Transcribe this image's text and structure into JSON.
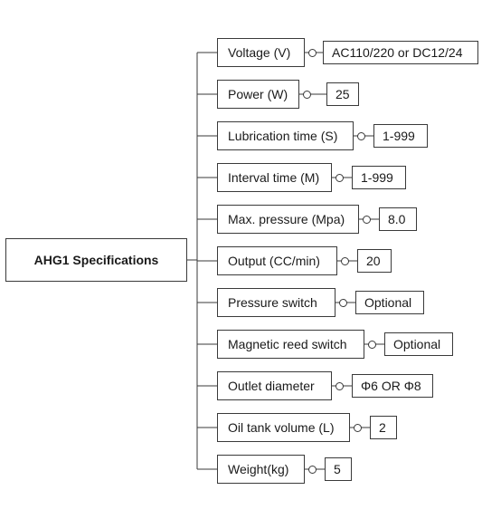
{
  "root": {
    "label": "AHG1 Specifications"
  },
  "specs": [
    {
      "label": "Voltage (V)",
      "value": "AC110/220 or DC12/24"
    },
    {
      "label": "Power (W)",
      "value": "25"
    },
    {
      "label": "Lubrication time (S)",
      "value": "1-999"
    },
    {
      "label": "Interval time (M)",
      "value": "1-999"
    },
    {
      "label": "Max. pressure (Mpa)",
      "value": "8.0"
    },
    {
      "label": "Output (CC/min)",
      "value": "20"
    },
    {
      "label": "Pressure switch",
      "value": "Optional"
    },
    {
      "label": "Magnetic reed switch",
      "value": "Optional"
    },
    {
      "label": "Outlet diameter",
      "value": "Φ6 OR Φ8"
    },
    {
      "label": "Oil tank volume (L)",
      "value": "2"
    },
    {
      "label": "Weight(kg)",
      "value": "5"
    }
  ]
}
